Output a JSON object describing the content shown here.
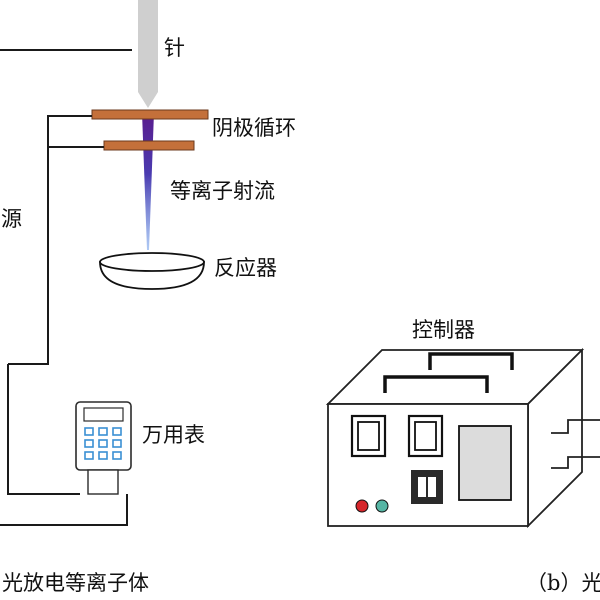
{
  "labels": {
    "needle": "针",
    "cathode": "阴极循环",
    "plasma_jet": "等离子射流",
    "reactor": "反应器",
    "power_source": "源",
    "multimeter": "万用表",
    "controller": "控制器",
    "caption_a": "光放电等离子体",
    "caption_b": "（b）光"
  },
  "colors": {
    "needle": "#cfcfcf",
    "electrode_plate": "#c4703a",
    "plasma_top": "#5a1b8c",
    "plasma_bottom": "#6a8fe0",
    "wire": "#1a1a1a",
    "multimeter_keys": "#3a8fd4",
    "indicator_red": "#d6262b",
    "indicator_teal": "#55b5a4"
  },
  "icons": {
    "multimeter": "multimeter-icon",
    "controller": "controller-box-icon"
  }
}
